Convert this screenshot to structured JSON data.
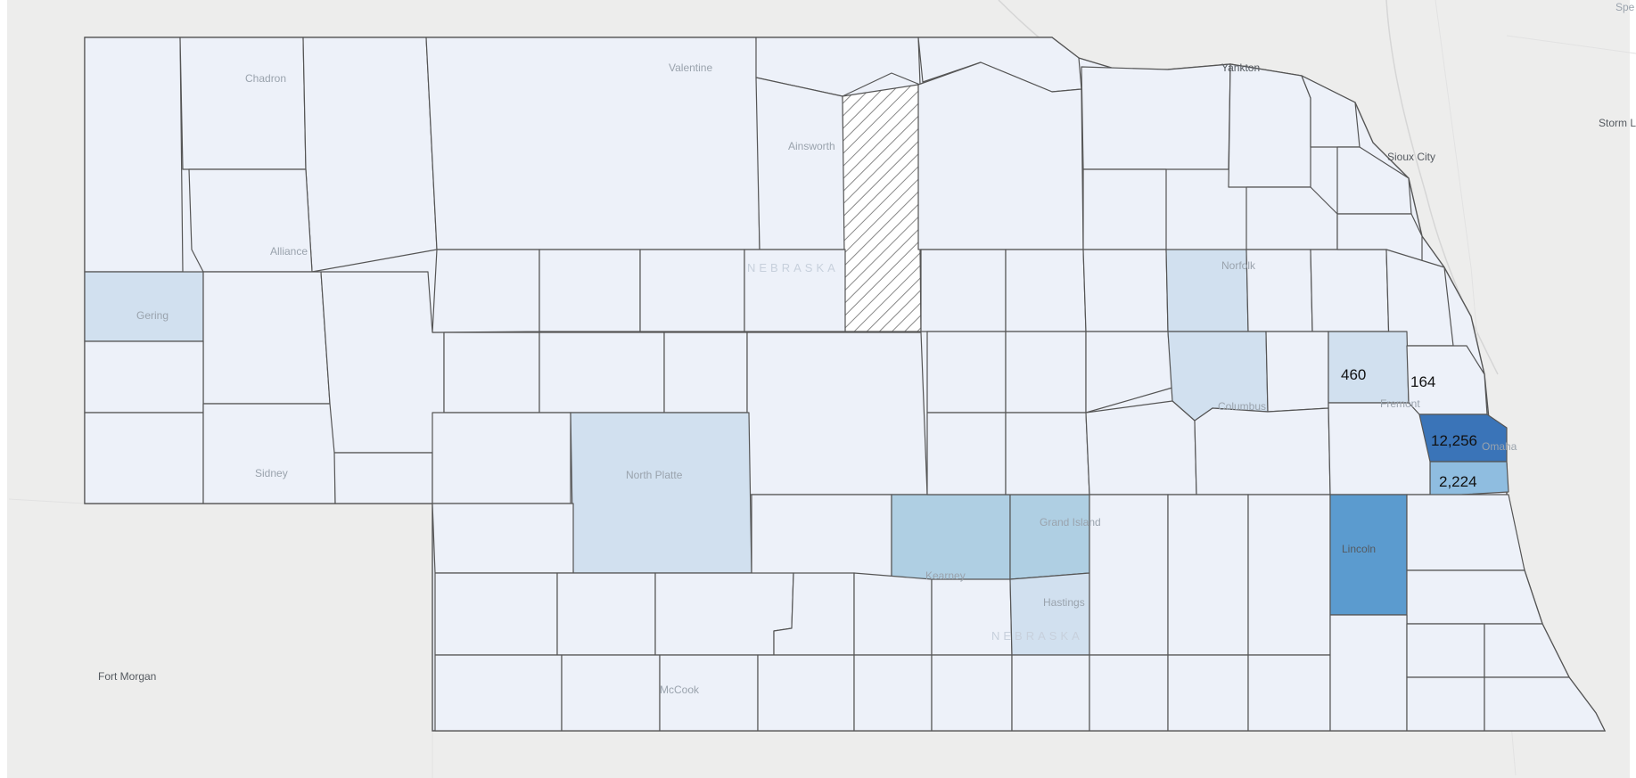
{
  "colors": {
    "basemap": "#ededec",
    "county_default": "#edf1f9",
    "county_light": "#d1e0ef",
    "county_mid": "#afcfe3",
    "county_midstrong": "#8fbde0",
    "county_strong": "#5b9bcf",
    "county_max": "#3a74b8",
    "no_data_hatch": "#888888",
    "border": "#555555"
  },
  "place_labels": {
    "chadron": "Chadron",
    "valentine": "Valentine",
    "ainsworth": "Ainsworth",
    "alliance": "Alliance",
    "gering": "Gering",
    "sidney": "Sidney",
    "north_platte": "North Platte",
    "kearney": "Kearney",
    "grand_island": "Grand Island",
    "hastings": "Hastings",
    "mccook": "McCook",
    "norfolk": "Norfolk",
    "columbus": "Columbus",
    "fremont": "Fremont",
    "omaha": "Omaha",
    "lincoln": "Lincoln",
    "yankton": "Yankton",
    "sioux_city": "Sioux City",
    "storm_lake": "Storm L",
    "fort_morgan": "Fort Morgan",
    "spencer": "Spe",
    "state_north": "NEBRASKA",
    "state_south": "NEBRASKA"
  },
  "county_values": {
    "dodge": "460",
    "washington": "164",
    "douglas": "12,256",
    "sarpy": "2,224"
  }
}
